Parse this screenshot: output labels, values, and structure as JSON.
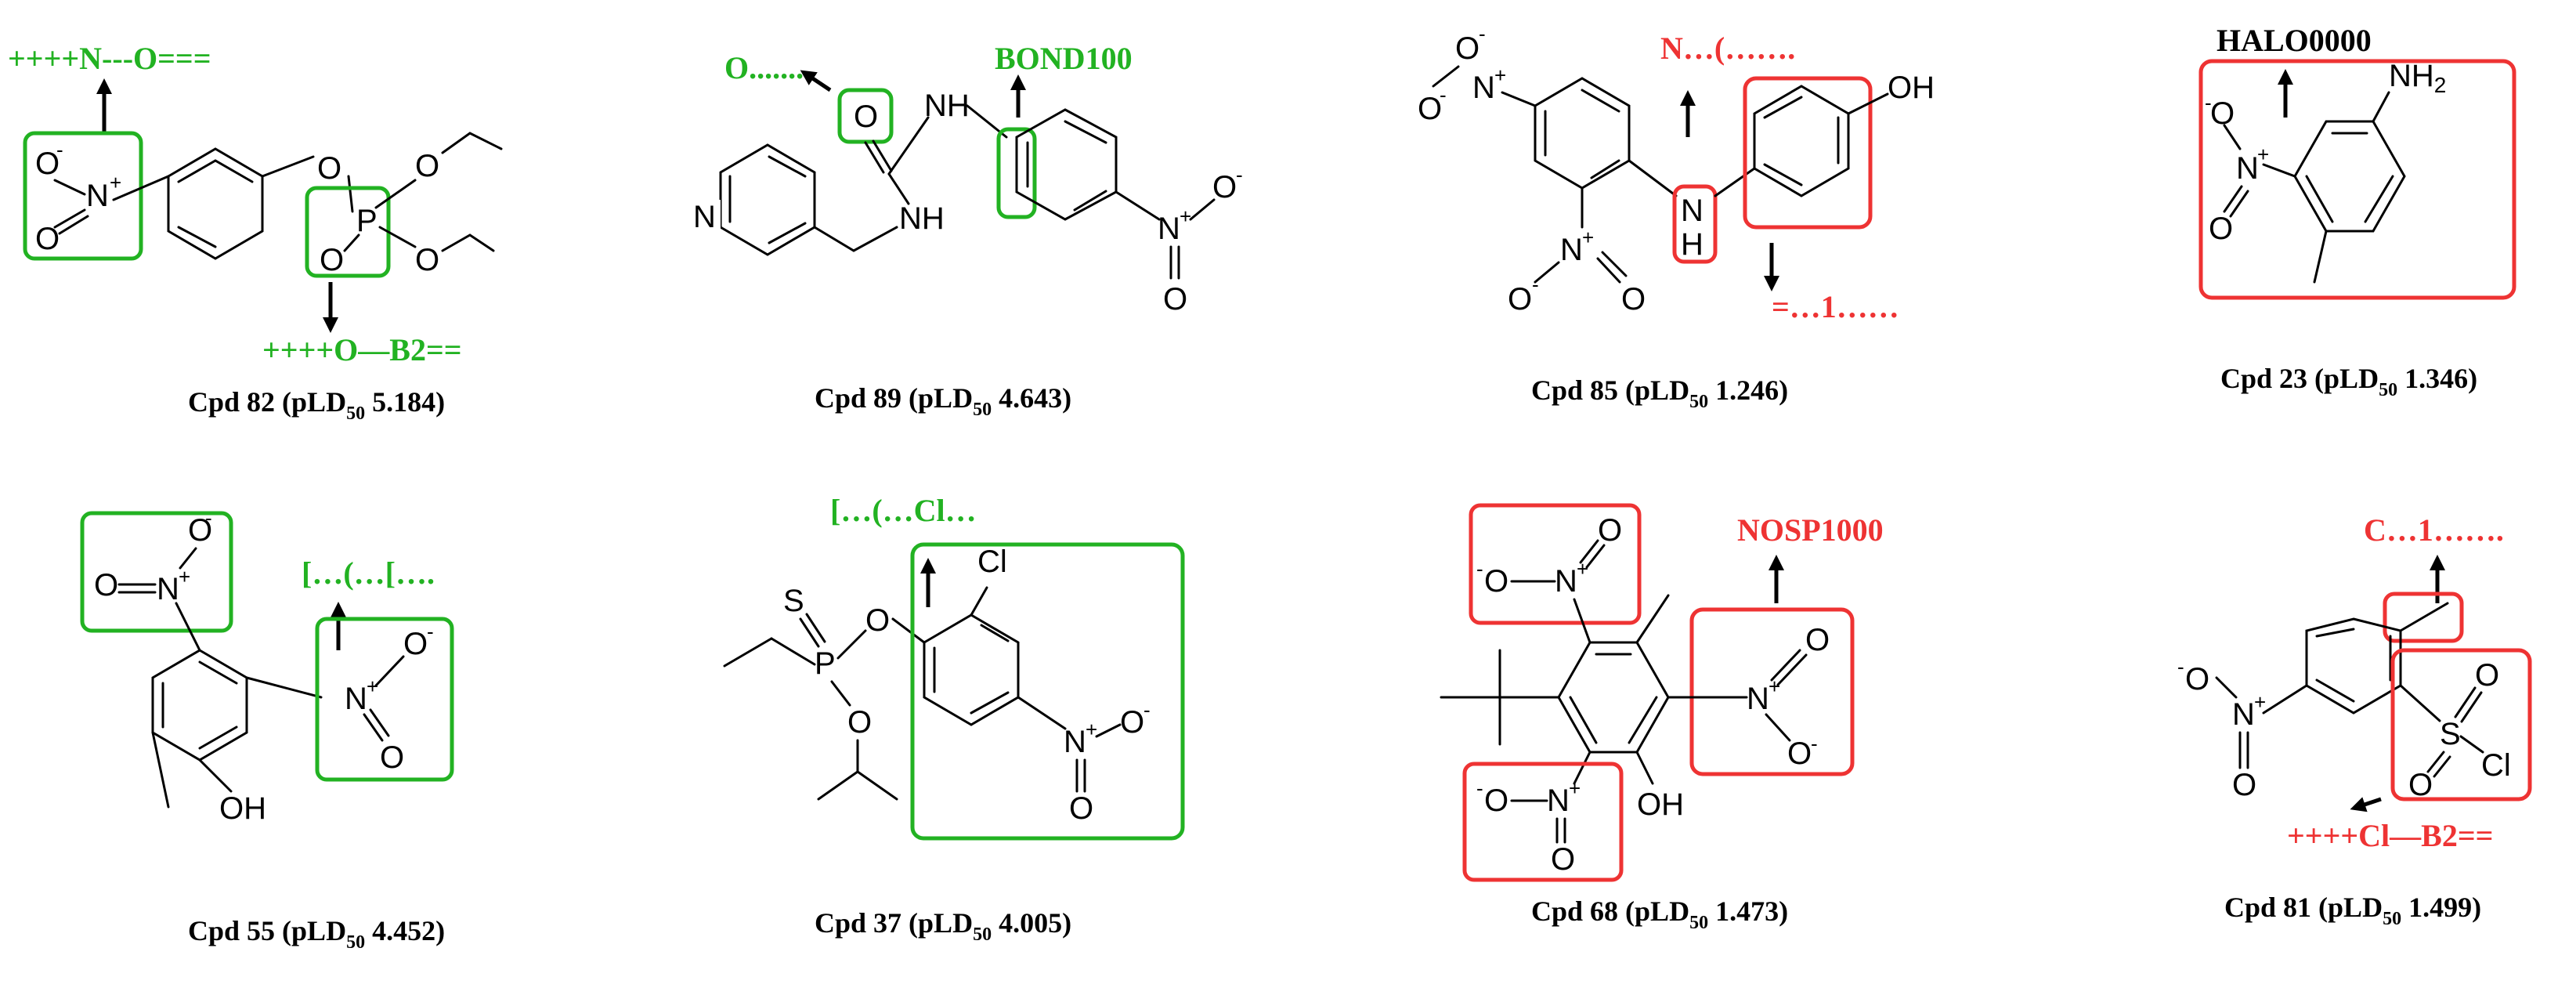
{
  "colors": {
    "green": "#22b222",
    "red": "#ee3333",
    "black": "#000000"
  },
  "compounds": [
    {
      "id": "cpd82",
      "caption_main": "Cpd 82 (pLD",
      "caption_sub": "50",
      "caption_value": " 5.184)",
      "color": "green",
      "annotations": [
        "++++N---O===",
        "++++O—B2=="
      ]
    },
    {
      "id": "cpd89",
      "caption_main": "Cpd 89 (pLD",
      "caption_sub": "50",
      "caption_value": " 4.643)",
      "color": "green",
      "annotations": [
        "O........",
        "BOND100"
      ]
    },
    {
      "id": "cpd85",
      "caption_main": "Cpd 85 (pLD",
      "caption_sub": "50",
      "caption_value": " 1.246)",
      "color": "red",
      "annotations": [
        "N…(…….",
        "=…1……"
      ]
    },
    {
      "id": "cpd23",
      "caption_main": "Cpd 23 (pLD",
      "caption_sub": "50",
      "caption_value": " 1.346)",
      "color": "red",
      "annotations": [
        "HALO0000"
      ]
    },
    {
      "id": "cpd55",
      "caption_main": "Cpd 55 (pLD",
      "caption_sub": "50",
      "caption_value": " 4.452)",
      "color": "green",
      "annotations": [
        "[…(…[…."
      ]
    },
    {
      "id": "cpd37",
      "caption_main": "Cpd 37 (pLD",
      "caption_sub": "50",
      "caption_value": " 4.005)",
      "color": "green",
      "annotations": [
        "[…(…Cl…"
      ]
    },
    {
      "id": "cpd68",
      "caption_main": "Cpd 68 (pLD",
      "caption_sub": "50",
      "caption_value": " 1.473)",
      "color": "red",
      "annotations": [
        "NOSP1000"
      ]
    },
    {
      "id": "cpd81",
      "caption_main": "Cpd 81 (pLD",
      "caption_sub": "50",
      "caption_value": " 1.499)",
      "color": "red",
      "annotations": [
        "C…1…….",
        "++++Cl—B2=="
      ]
    }
  ],
  "atoms": {
    "O": "O",
    "N": "N",
    "P": "P",
    "S": "S",
    "Cl": "Cl",
    "H": "H",
    "NH": "NH",
    "OH": "OH",
    "NH2": "NH",
    "sub2": "2",
    "plus": "+",
    "minus": "-"
  }
}
